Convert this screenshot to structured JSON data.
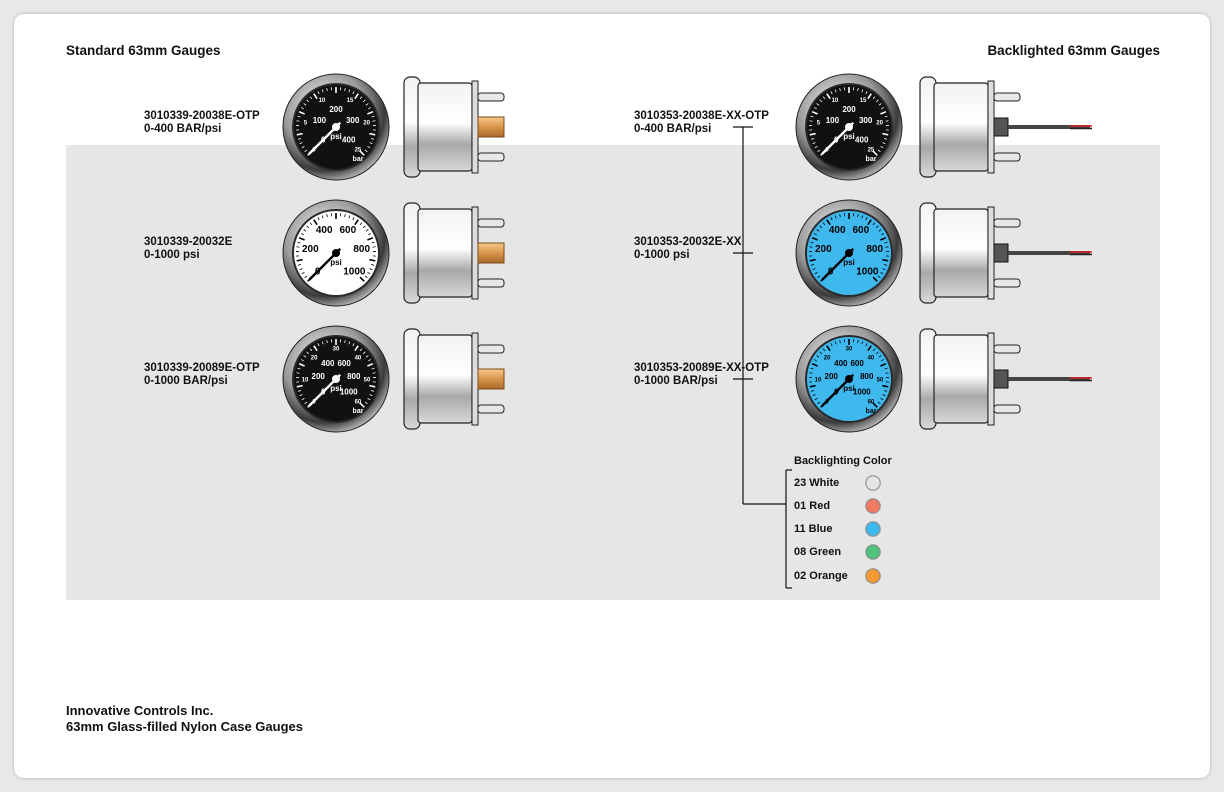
{
  "headers": {
    "standard": "Standard 63mm Gauges",
    "backlighted": "Backlighted 63mm Gauges"
  },
  "standard_gauges": [
    {
      "part": "3010339-20038E-OTP",
      "range": "0-400 BAR/psi",
      "dial": "bar-psi-400",
      "face_color": "#111111"
    },
    {
      "part": "3010339-20032E",
      "range": "0-1000 psi",
      "dial": "psi-1000",
      "face_color": "#ffffff"
    },
    {
      "part": "3010339-20089E-OTP",
      "range": "0-1000 BAR/psi",
      "dial": "bar-psi-1000",
      "face_color": "#111111"
    }
  ],
  "backlighted_gauges": [
    {
      "part": "3010353-20038E-XX-OTP",
      "range": "0-400 BAR/psi",
      "dial": "bar-psi-400",
      "face_color": "#111111"
    },
    {
      "part": "3010353-20032E-XX",
      "range": "0-1000 psi",
      "dial": "psi-1000",
      "face_color": "#3fb8ee"
    },
    {
      "part": "3010353-20089E-XX-OTP",
      "range": "0-1000 BAR/psi",
      "dial": "bar-psi-1000",
      "face_color": "#3fb8ee"
    }
  ],
  "backlighting": {
    "title": "Backlighting Color",
    "colors": [
      {
        "code": "23 White",
        "color": "#e4e4e4"
      },
      {
        "code": "01 Red",
        "color": "#f07a62"
      },
      {
        "code": "11 Blue",
        "color": "#3fb8ee"
      },
      {
        "code": "08 Green",
        "color": "#52c07a"
      },
      {
        "code": "02 Orange",
        "color": "#f39a32"
      }
    ]
  },
  "dial_text": {
    "bar-psi-400": {
      "inner": [
        "0",
        "100",
        "200",
        "300",
        "400"
      ],
      "unit_inner": "psi",
      "unit_outer": "bar",
      "outer": [
        "0",
        "5",
        "10",
        "15",
        "20",
        "25"
      ]
    },
    "psi-1000": {
      "inner": [
        "0",
        "200",
        "400",
        "600",
        "800",
        "1000"
      ],
      "unit_inner": "psi"
    },
    "bar-psi-1000": {
      "inner": [
        "0",
        "200",
        "400",
        "600",
        "800",
        "1000"
      ],
      "unit_inner": "psi",
      "unit_outer": "bar",
      "outer": [
        "0",
        "10",
        "20",
        "30",
        "40",
        "50",
        "60"
      ]
    }
  },
  "footer": {
    "company": "Innovative Controls Inc.",
    "product": "63mm Glass-filled Nylon Case Gauges"
  }
}
